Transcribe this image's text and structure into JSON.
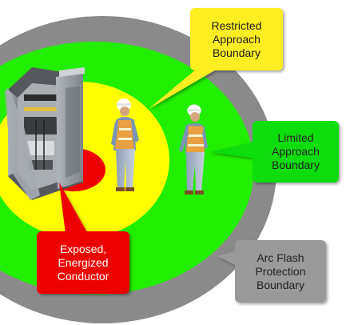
{
  "labels": {
    "restricted": "Restricted\nApproach\nBoundary",
    "limited": "Limited\nApproach\nBoundary",
    "arc_flash": "Arc Flash\nProtection\nBoundary",
    "exposed": "Exposed,\nEnergized\nConductor"
  },
  "colors": {
    "arc_flash_zone": "#8a8a8a",
    "limited_zone": "#22ee00",
    "restricted_zone": "#ffff00",
    "conductor_zone": "#ee0000",
    "callout_yellow": "#ffee22",
    "callout_green": "#11dd11",
    "callout_gray": "#9a9a9a",
    "callout_red": "#ee0000",
    "vest": "#e8a040",
    "cabinet": "#8f959a"
  }
}
